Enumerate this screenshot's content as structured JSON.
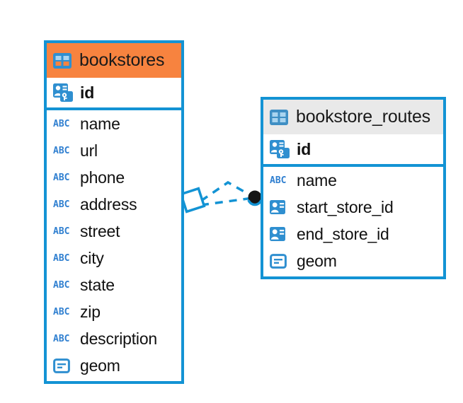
{
  "canvas": {
    "background": "#ffffff",
    "accent_color": "#1393d4",
    "selected_header_color": "#f7833f",
    "normal_header_color": "#e9e9e9",
    "icon_blue": "#2f8fd0"
  },
  "entities": [
    {
      "name": "bookstores",
      "selected": true,
      "icon": "table-icon",
      "primary_keys": [
        {
          "label": "id",
          "icon": "primary-key-icon"
        }
      ],
      "fields": [
        {
          "label": "name",
          "icon": "text-abc-icon",
          "icon_text": "ABC"
        },
        {
          "label": "url",
          "icon": "text-abc-icon",
          "icon_text": "ABC"
        },
        {
          "label": "phone",
          "icon": "text-abc-icon",
          "icon_text": "ABC"
        },
        {
          "label": "address",
          "icon": "text-abc-icon",
          "icon_text": "ABC"
        },
        {
          "label": "street",
          "icon": "text-abc-icon",
          "icon_text": "ABC"
        },
        {
          "label": "city",
          "icon": "text-abc-icon",
          "icon_text": "ABC"
        },
        {
          "label": "state",
          "icon": "text-abc-icon",
          "icon_text": "ABC"
        },
        {
          "label": "zip",
          "icon": "text-abc-icon",
          "icon_text": "ABC"
        },
        {
          "label": "description",
          "icon": "text-abc-icon",
          "icon_text": "ABC"
        },
        {
          "label": "geom",
          "icon": "geometry-icon",
          "icon_text": ""
        }
      ]
    },
    {
      "name": "bookstore_routes",
      "selected": false,
      "icon": "table-icon",
      "primary_keys": [
        {
          "label": "id",
          "icon": "primary-key-icon"
        }
      ],
      "fields": [
        {
          "label": "name",
          "icon": "text-abc-icon",
          "icon_text": "ABC"
        },
        {
          "label": "start_store_id",
          "icon": "foreign-key-icon",
          "icon_text": ""
        },
        {
          "label": "end_store_id",
          "icon": "foreign-key-icon",
          "icon_text": ""
        },
        {
          "label": "geom",
          "icon": "geometry-icon",
          "icon_text": ""
        }
      ]
    }
  ],
  "relationship": {
    "style": "dashed",
    "color": "#1393d4",
    "source_marker": "diamond-marker",
    "target_marker": "filled-circle-marker",
    "target_marker_color": "#151515"
  }
}
